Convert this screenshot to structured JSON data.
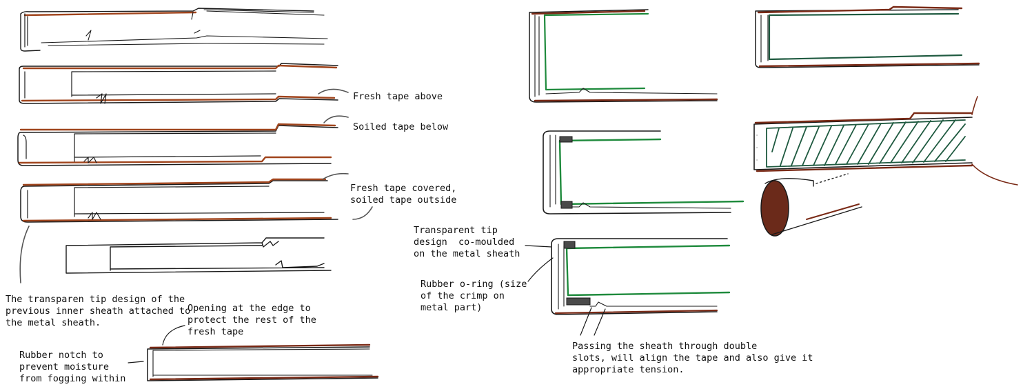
{
  "colors": {
    "ink": "#1a1a1a",
    "tape_fresh": "#a0441c",
    "tape_soiled": "#7a2a16",
    "inner_sheath": "#1e8a3c",
    "hatch": "#1f5a40",
    "seal": "#6b2a1a",
    "grey": "#555555"
  },
  "annotations": {
    "fresh_tape_above": "Fresh tape above",
    "soiled_tape_below": "Soiled tape below",
    "fresh_tape_covered": "Fresh tape covered,\nsoiled tape outside",
    "transparent_tip_previous": "The transparen tip design of the\nprevious inner sheath attached to\nthe metal sheath.",
    "opening_at_edge": "Opening at the edge to\nprotect the rest of the\nfresh tape",
    "rubber_notch": "Rubber notch to\nprevent moisture\nfrom fogging within",
    "transparent_tip_comoulded": "Transparent tip\ndesign  co-moulded\non the metal sheath",
    "rubber_oring": "Rubber o-ring (size\nof the crimp on\nmetal part)",
    "double_slots": "Passing the sheath through double\nslots, will align the tape and also give it\nappropriate tension."
  }
}
